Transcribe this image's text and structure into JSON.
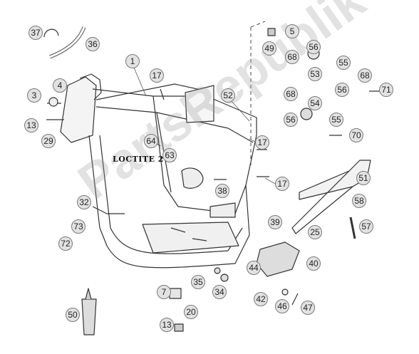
{
  "diagram": {
    "watermark_text": "PartsRepublik",
    "loctite_label": "LOCTITE 243",
    "callout_fill": "#e2e2e2",
    "line_color": "#333333",
    "callouts": [
      "37",
      "36",
      "5",
      "49",
      "68",
      "56",
      "1",
      "55",
      "53",
      "4",
      "3",
      "17",
      "68",
      "56",
      "71",
      "52",
      "68",
      "54",
      "13",
      "29",
      "56",
      "55",
      "70",
      "64",
      "63",
      "17",
      "51",
      "38",
      "17",
      "32",
      "39",
      "58",
      "73",
      "25",
      "57",
      "72",
      "40",
      "44",
      "7",
      "35",
      "34",
      "42",
      "46",
      "47",
      "50",
      "20",
      "13"
    ]
  }
}
